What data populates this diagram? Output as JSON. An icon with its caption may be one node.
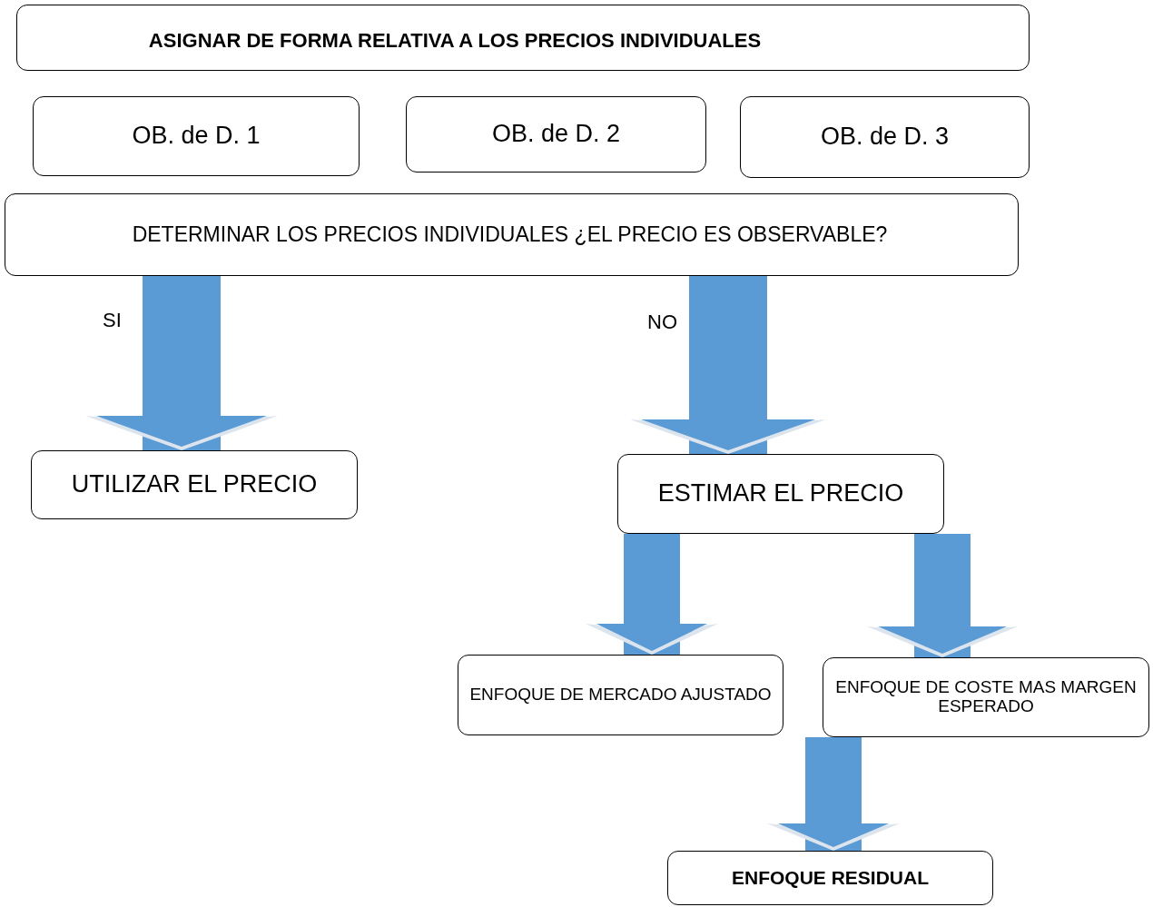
{
  "diagram": {
    "nodes": [
      {
        "text": [
          "ASIGNAR DE FORMA RELATIVA A LOS PRECIOS INDIVIDUALES"
        ]
      },
      {
        "text": [
          "OB. de D. 1"
        ]
      },
      {
        "text": [
          "OB. de D. 2"
        ]
      },
      {
        "text": [
          "OB. de D. 3"
        ]
      },
      {
        "text": [
          "DETERMINAR LOS PRECIOS INDIVIDUALES ¿EL PRECIO ES OBSERVABLE?"
        ]
      },
      {
        "text": [
          "UTILIZAR EL PRECIO"
        ]
      },
      {
        "text": [
          "ESTIMAR EL PRECIO"
        ]
      },
      {
        "text": [
          "ENFOQUE DE MERCADO AJUSTADO"
        ]
      },
      {
        "text": [
          "ENFOQUE DE COSTE MAS MARGEN ESPERADO"
        ]
      },
      {
        "text": [
          "ENFOQUE RESIDUAL"
        ]
      }
    ],
    "edges": [
      {
        "from": 4,
        "to": 5,
        "arrow": "to",
        "label": "SI"
      },
      {
        "from": 4,
        "to": 6,
        "arrow": "to",
        "label": "NO"
      },
      {
        "from": 6,
        "to": 7,
        "arrow": "to"
      },
      {
        "from": 6,
        "to": 8,
        "arrow": "to"
      },
      {
        "from": 8,
        "to": 9,
        "arrow": "to"
      }
    ]
  }
}
